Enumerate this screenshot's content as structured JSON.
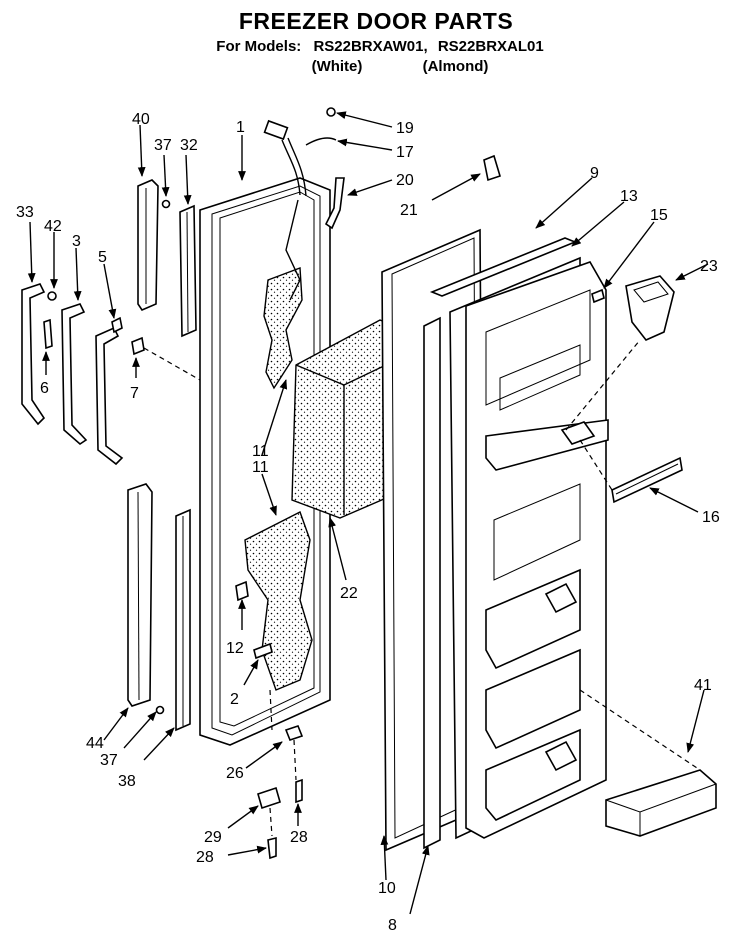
{
  "title": "FREEZER DOOR PARTS",
  "models_line": {
    "prefix": "For Models:",
    "model1": "RS22BRXAW01,",
    "model2": "RS22BRXAL01"
  },
  "colors_line": {
    "color1": "(White)",
    "color2": "(Almond)"
  },
  "callouts": {
    "c1": "1",
    "c2": "2",
    "c3": "3",
    "c5": "5",
    "c6": "6",
    "c7": "7",
    "c8": "8",
    "c9": "9",
    "c10": "10",
    "c11a": "11",
    "c11b": "11",
    "c12": "12",
    "c13": "13",
    "c15": "15",
    "c16": "16",
    "c17": "17",
    "c19": "19",
    "c20": "20",
    "c21": "21",
    "c22": "22",
    "c23": "23",
    "c26": "26",
    "c28a": "28",
    "c28b": "28",
    "c29": "29",
    "c32": "32",
    "c33": "33",
    "c37a": "37",
    "c37b": "37",
    "c38": "38",
    "c40": "40",
    "c41": "41",
    "c42": "42",
    "c44": "44"
  }
}
